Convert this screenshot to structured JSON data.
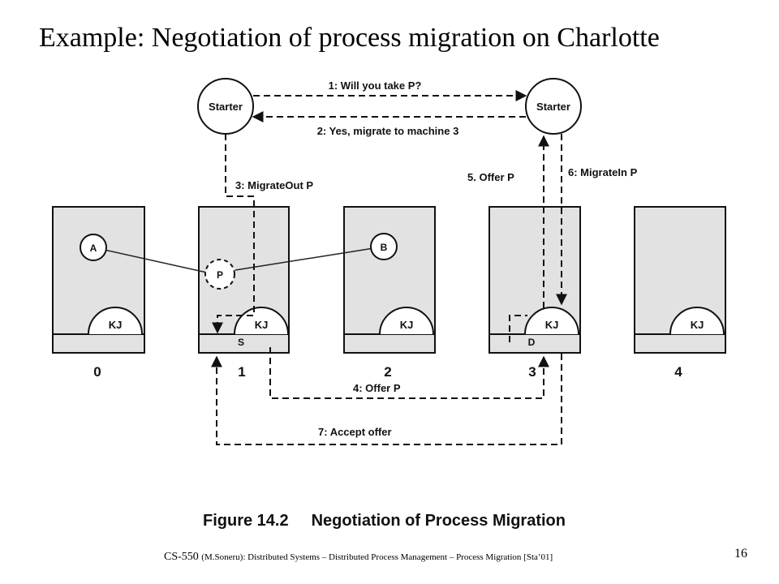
{
  "title": "Example: Negotiation of process migration on Charlotte",
  "diagram": {
    "starter_left": "Starter",
    "starter_right": "Starter",
    "messages": {
      "m1": "1: Will you take P?",
      "m2": "2: Yes, migrate to machine 3",
      "m3": "3: MigrateOut P",
      "m4": "4: Offer P",
      "m5": "5. Offer P",
      "m6": "6: MigrateIn P",
      "m7": "7: Accept offer"
    },
    "processes": {
      "a": "A",
      "b": "B",
      "p": "P"
    },
    "kernel_label": "KJ",
    "source_label": "S",
    "dest_label": "D",
    "machine_labels": [
      "0",
      "1",
      "2",
      "3",
      "4"
    ]
  },
  "caption": {
    "number": "Figure 14.2",
    "text": "Negotiation of Process Migration"
  },
  "footer": {
    "course": "CS-550",
    "detail": "(M.Soneru): Distributed Systems – Distributed Process Management – Process Migration [Sta’01]"
  },
  "page_number": "16"
}
